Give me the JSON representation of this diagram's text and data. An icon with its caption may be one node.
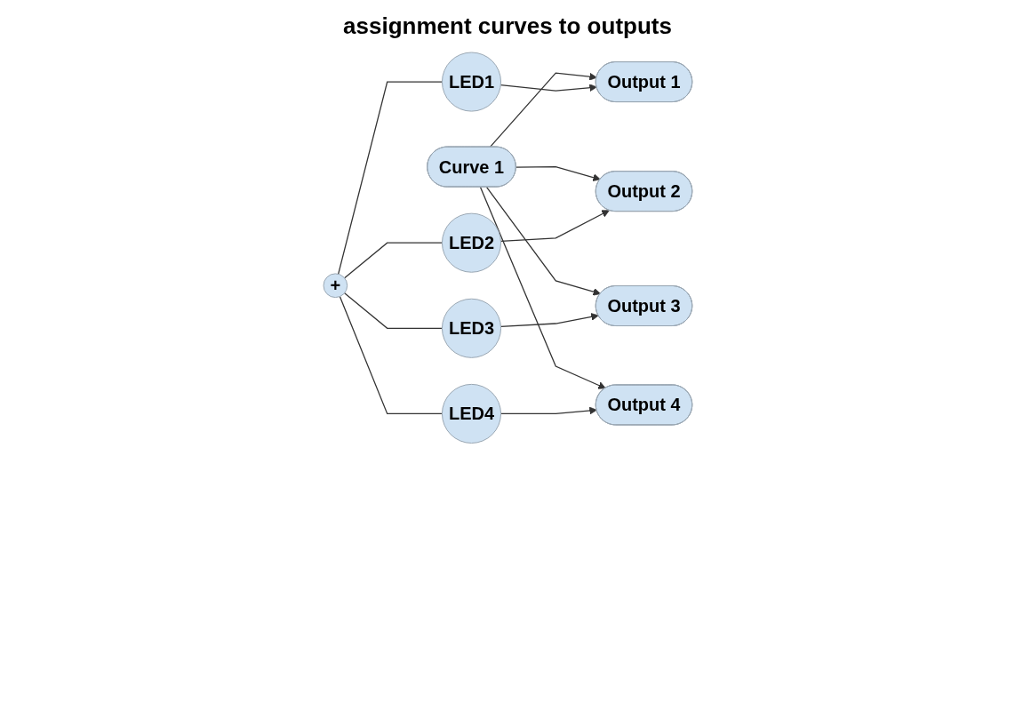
{
  "diagram": {
    "title": "assignment curves to outputs",
    "nodes": [
      {
        "text": [
          "+"
        ]
      },
      {
        "text": [
          "Curve 1"
        ]
      },
      {
        "text": [
          "Output 1"
        ]
      },
      {
        "text": [
          "Output 2"
        ]
      },
      {
        "text": [
          "Output 3"
        ]
      },
      {
        "text": [
          "Output 4"
        ]
      },
      {
        "text": [
          "LED1"
        ]
      },
      {
        "text": [
          "LED2"
        ]
      },
      {
        "text": [
          "LED3"
        ]
      },
      {
        "text": [
          "LED4"
        ]
      }
    ],
    "edges": [
      {
        "from": 1,
        "to": 2,
        "arrow": "to"
      },
      {
        "from": 1,
        "to": 3,
        "arrow": "to"
      },
      {
        "from": 1,
        "to": 4,
        "arrow": "to"
      },
      {
        "from": 1,
        "to": 5,
        "arrow": "to"
      },
      {
        "from": 6,
        "to": 2,
        "arrow": "to"
      },
      {
        "from": 7,
        "to": 3,
        "arrow": "to"
      },
      {
        "from": 8,
        "to": 4,
        "arrow": "to"
      },
      {
        "from": 9,
        "to": 5,
        "arrow": "to"
      },
      {
        "from": 0,
        "to": 6,
        "arrow": "none"
      },
      {
        "from": 0,
        "to": 7,
        "arrow": "none"
      },
      {
        "from": 0,
        "to": 8,
        "arrow": "none"
      },
      {
        "from": 0,
        "to": 9,
        "arrow": "none"
      }
    ]
  }
}
